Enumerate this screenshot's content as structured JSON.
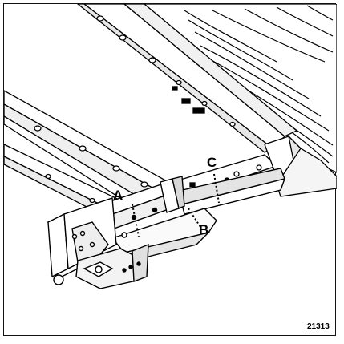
{
  "diagram": {
    "callouts": {
      "a": "A",
      "b": "B",
      "c": "C"
    },
    "figure_reference": "21313"
  }
}
